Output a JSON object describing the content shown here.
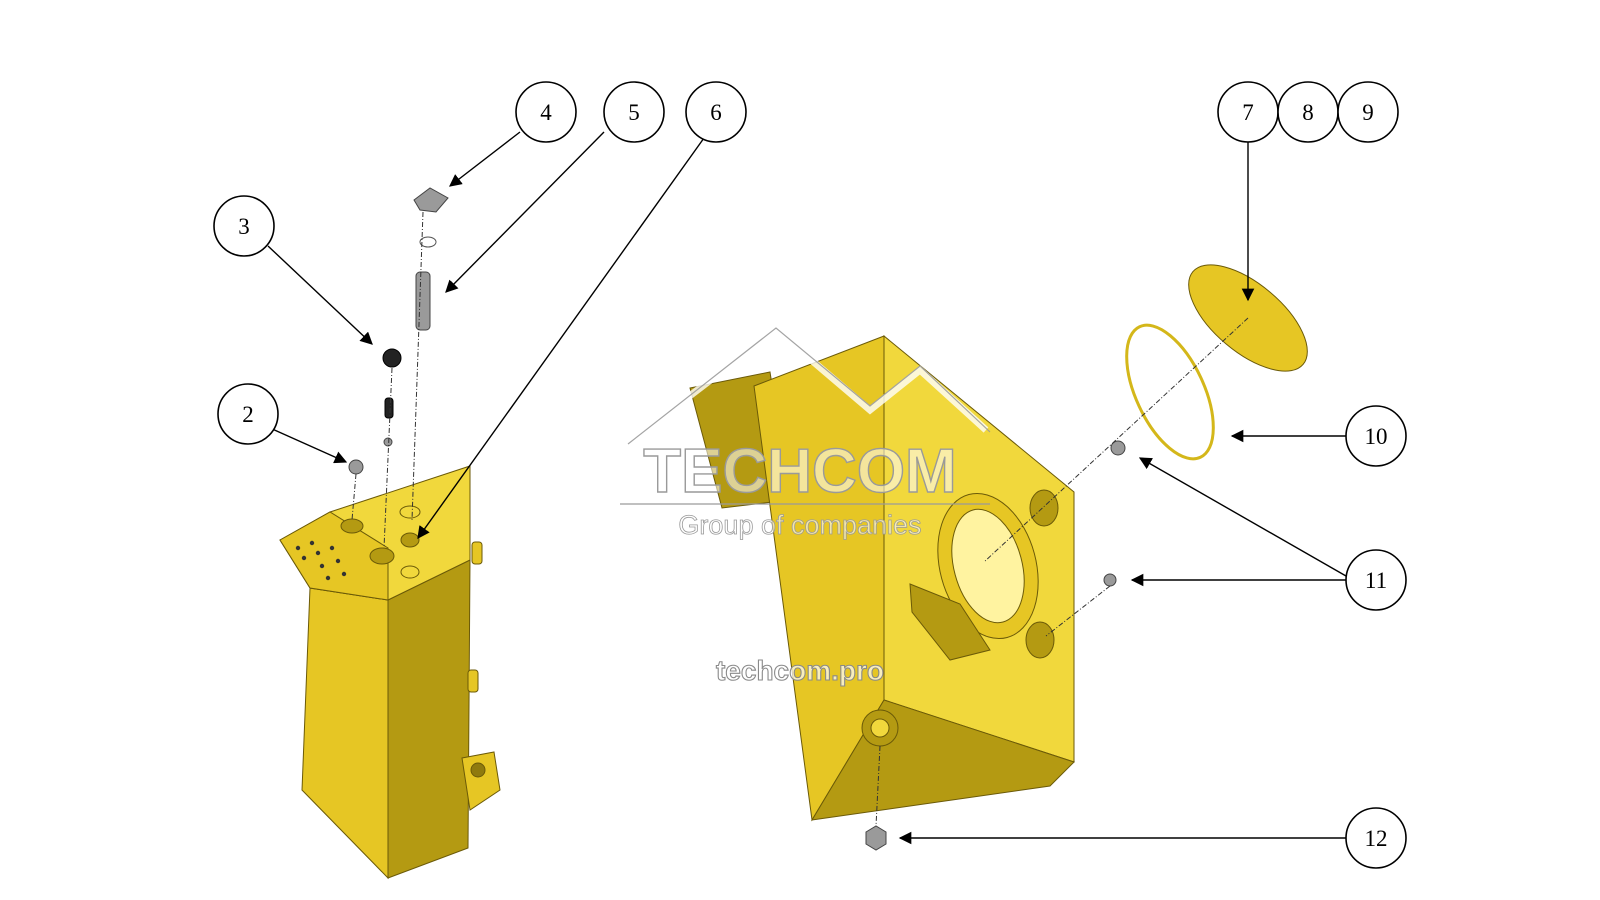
{
  "watermark": {
    "brand": "TECHCOM",
    "tagline": "Group of companies",
    "url": "techcom.pro",
    "logo_icon": "mountain-roof-logo-icon"
  },
  "callouts": [
    {
      "id": "2",
      "label": "2"
    },
    {
      "id": "3",
      "label": "3"
    },
    {
      "id": "4",
      "label": "4"
    },
    {
      "id": "5",
      "label": "5"
    },
    {
      "id": "6",
      "label": "6"
    },
    {
      "id": "7",
      "label": "7"
    },
    {
      "id": "8",
      "label": "8"
    },
    {
      "id": "9",
      "label": "9"
    },
    {
      "id": "10",
      "label": "10"
    },
    {
      "id": "11",
      "label": "11"
    },
    {
      "id": "12",
      "label": "12"
    }
  ],
  "colors": {
    "part_yellow": "#e6c624",
    "line": "#000000"
  }
}
